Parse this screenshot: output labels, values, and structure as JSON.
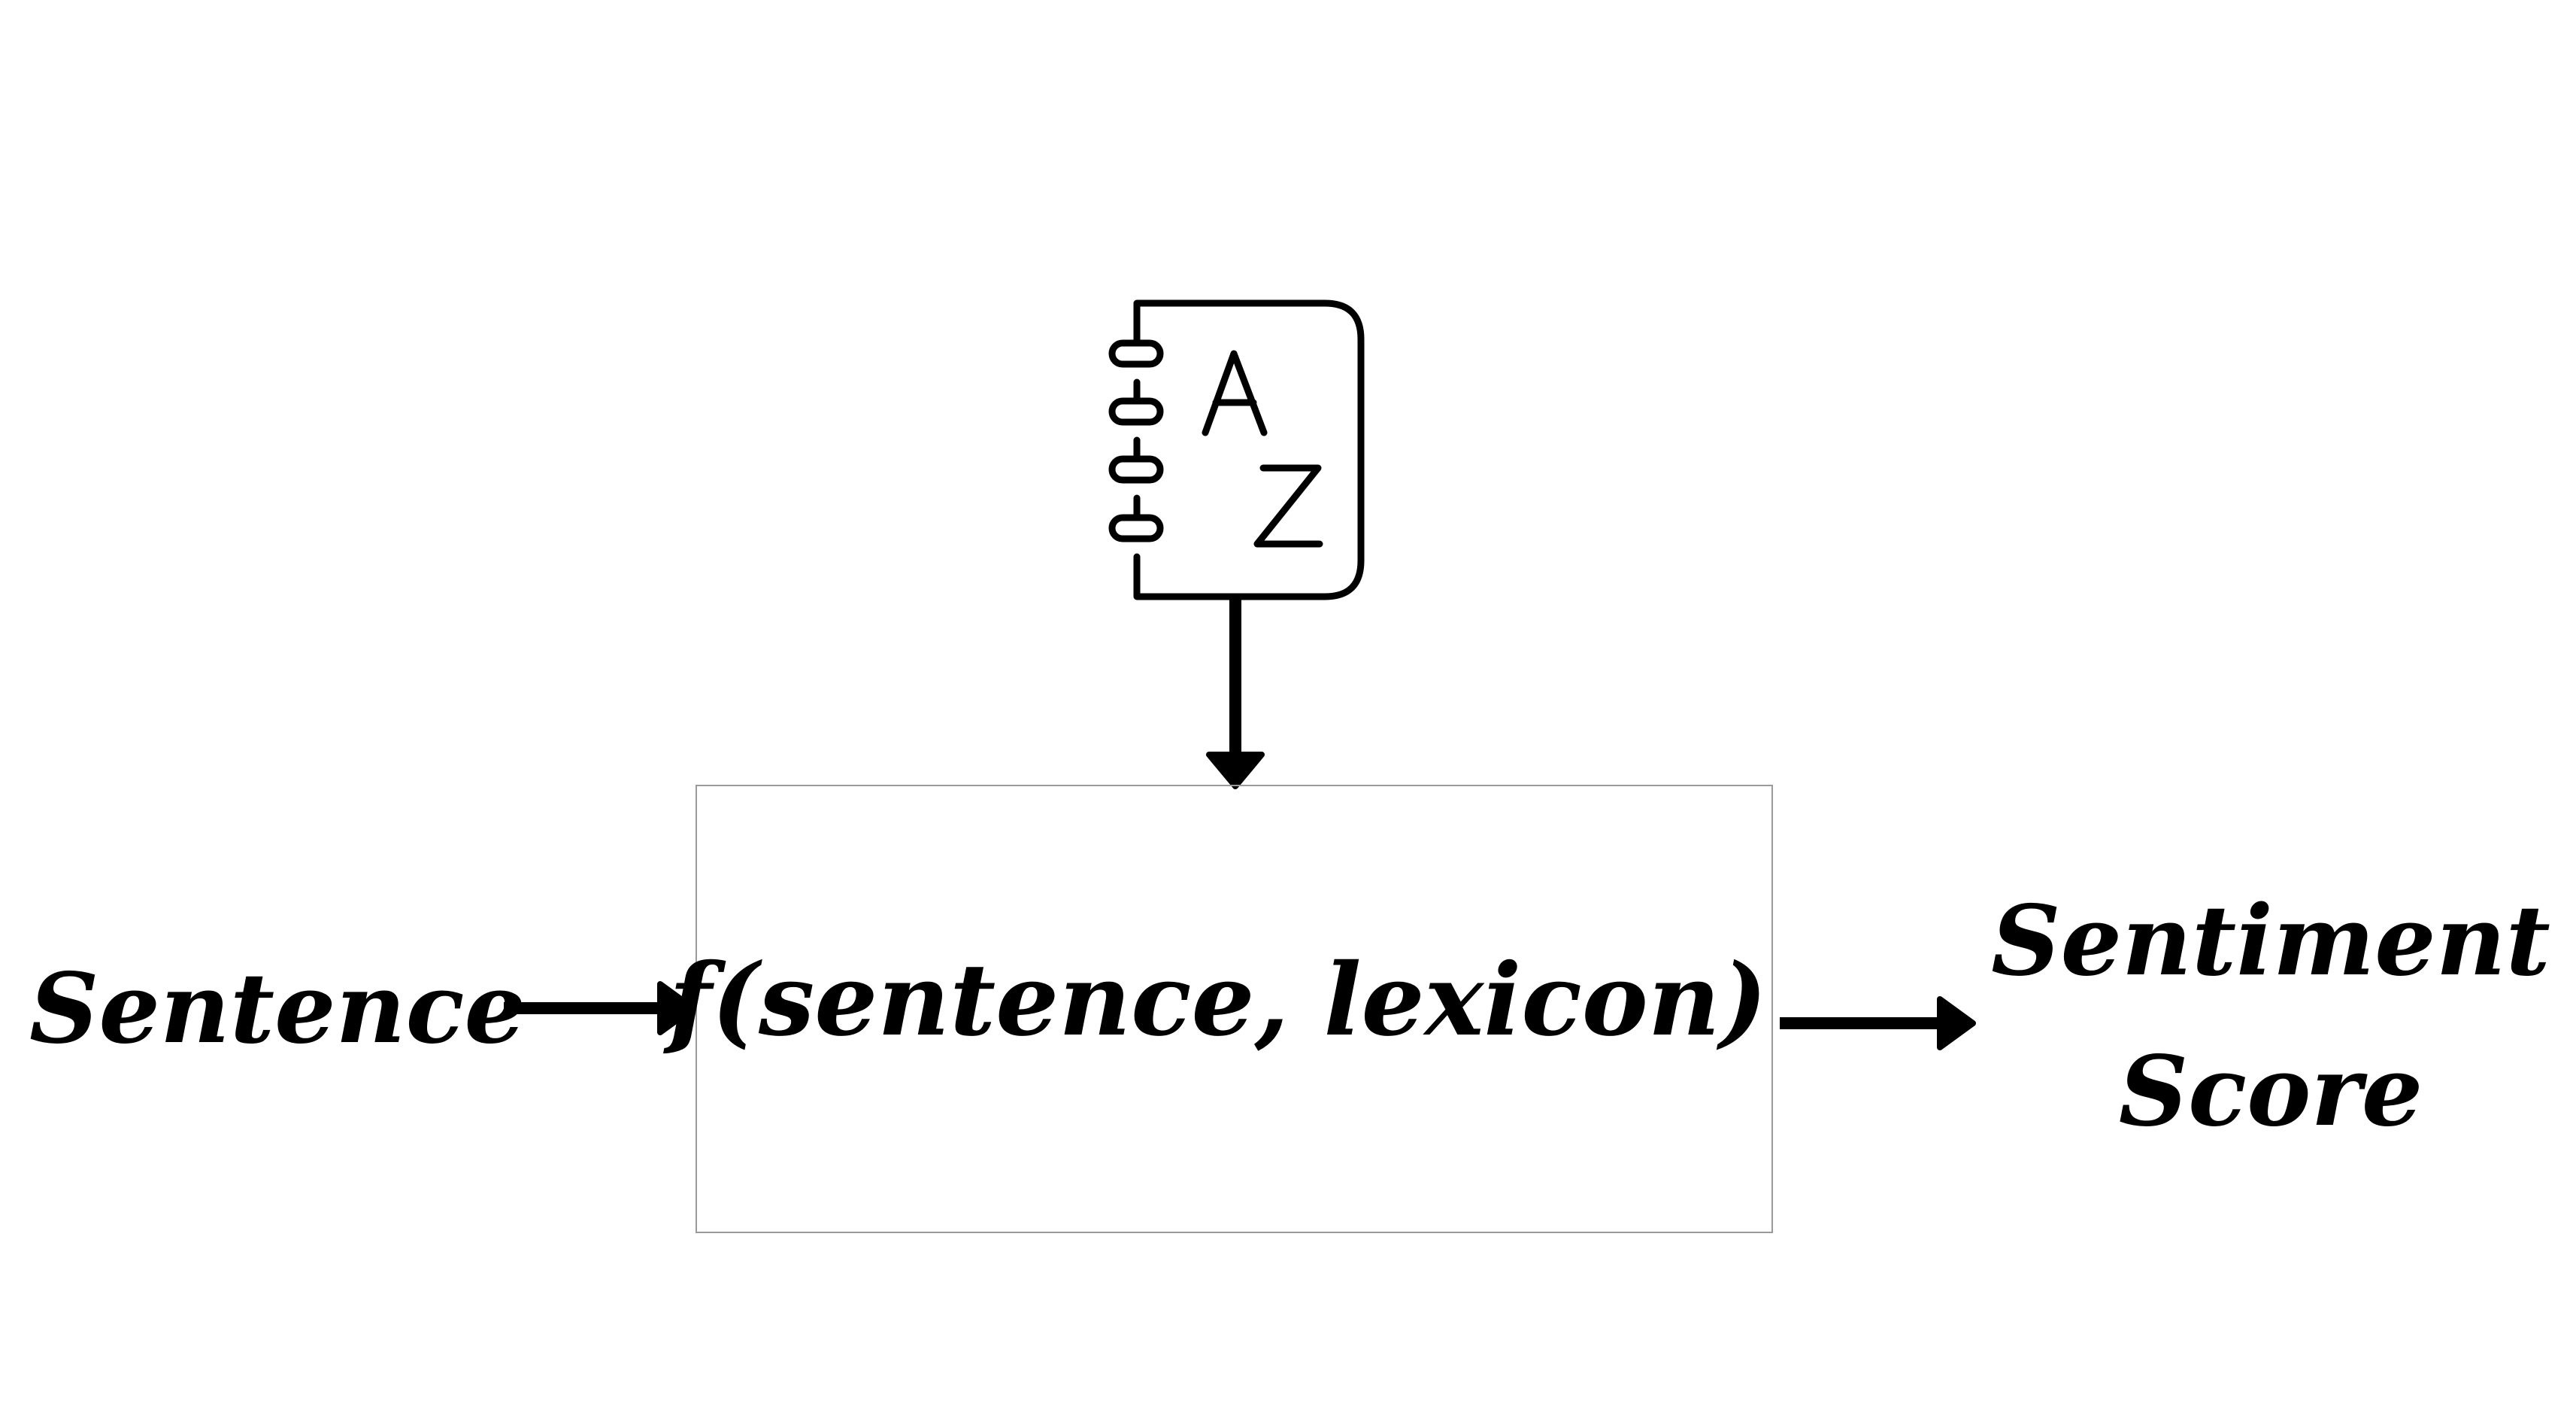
{
  "diagram": {
    "input_label": "Sentence",
    "function_label": "f(sentence, lexicon)",
    "output_label_line1": "Sentiment",
    "output_label_line2": "Score",
    "lexicon_icon": "address-book-a-z-icon",
    "lexicon_letters": [
      "A",
      "Z"
    ],
    "colors": {
      "stroke": "#000000",
      "box_border": "#9a9a9a",
      "background": "#ffffff"
    }
  }
}
